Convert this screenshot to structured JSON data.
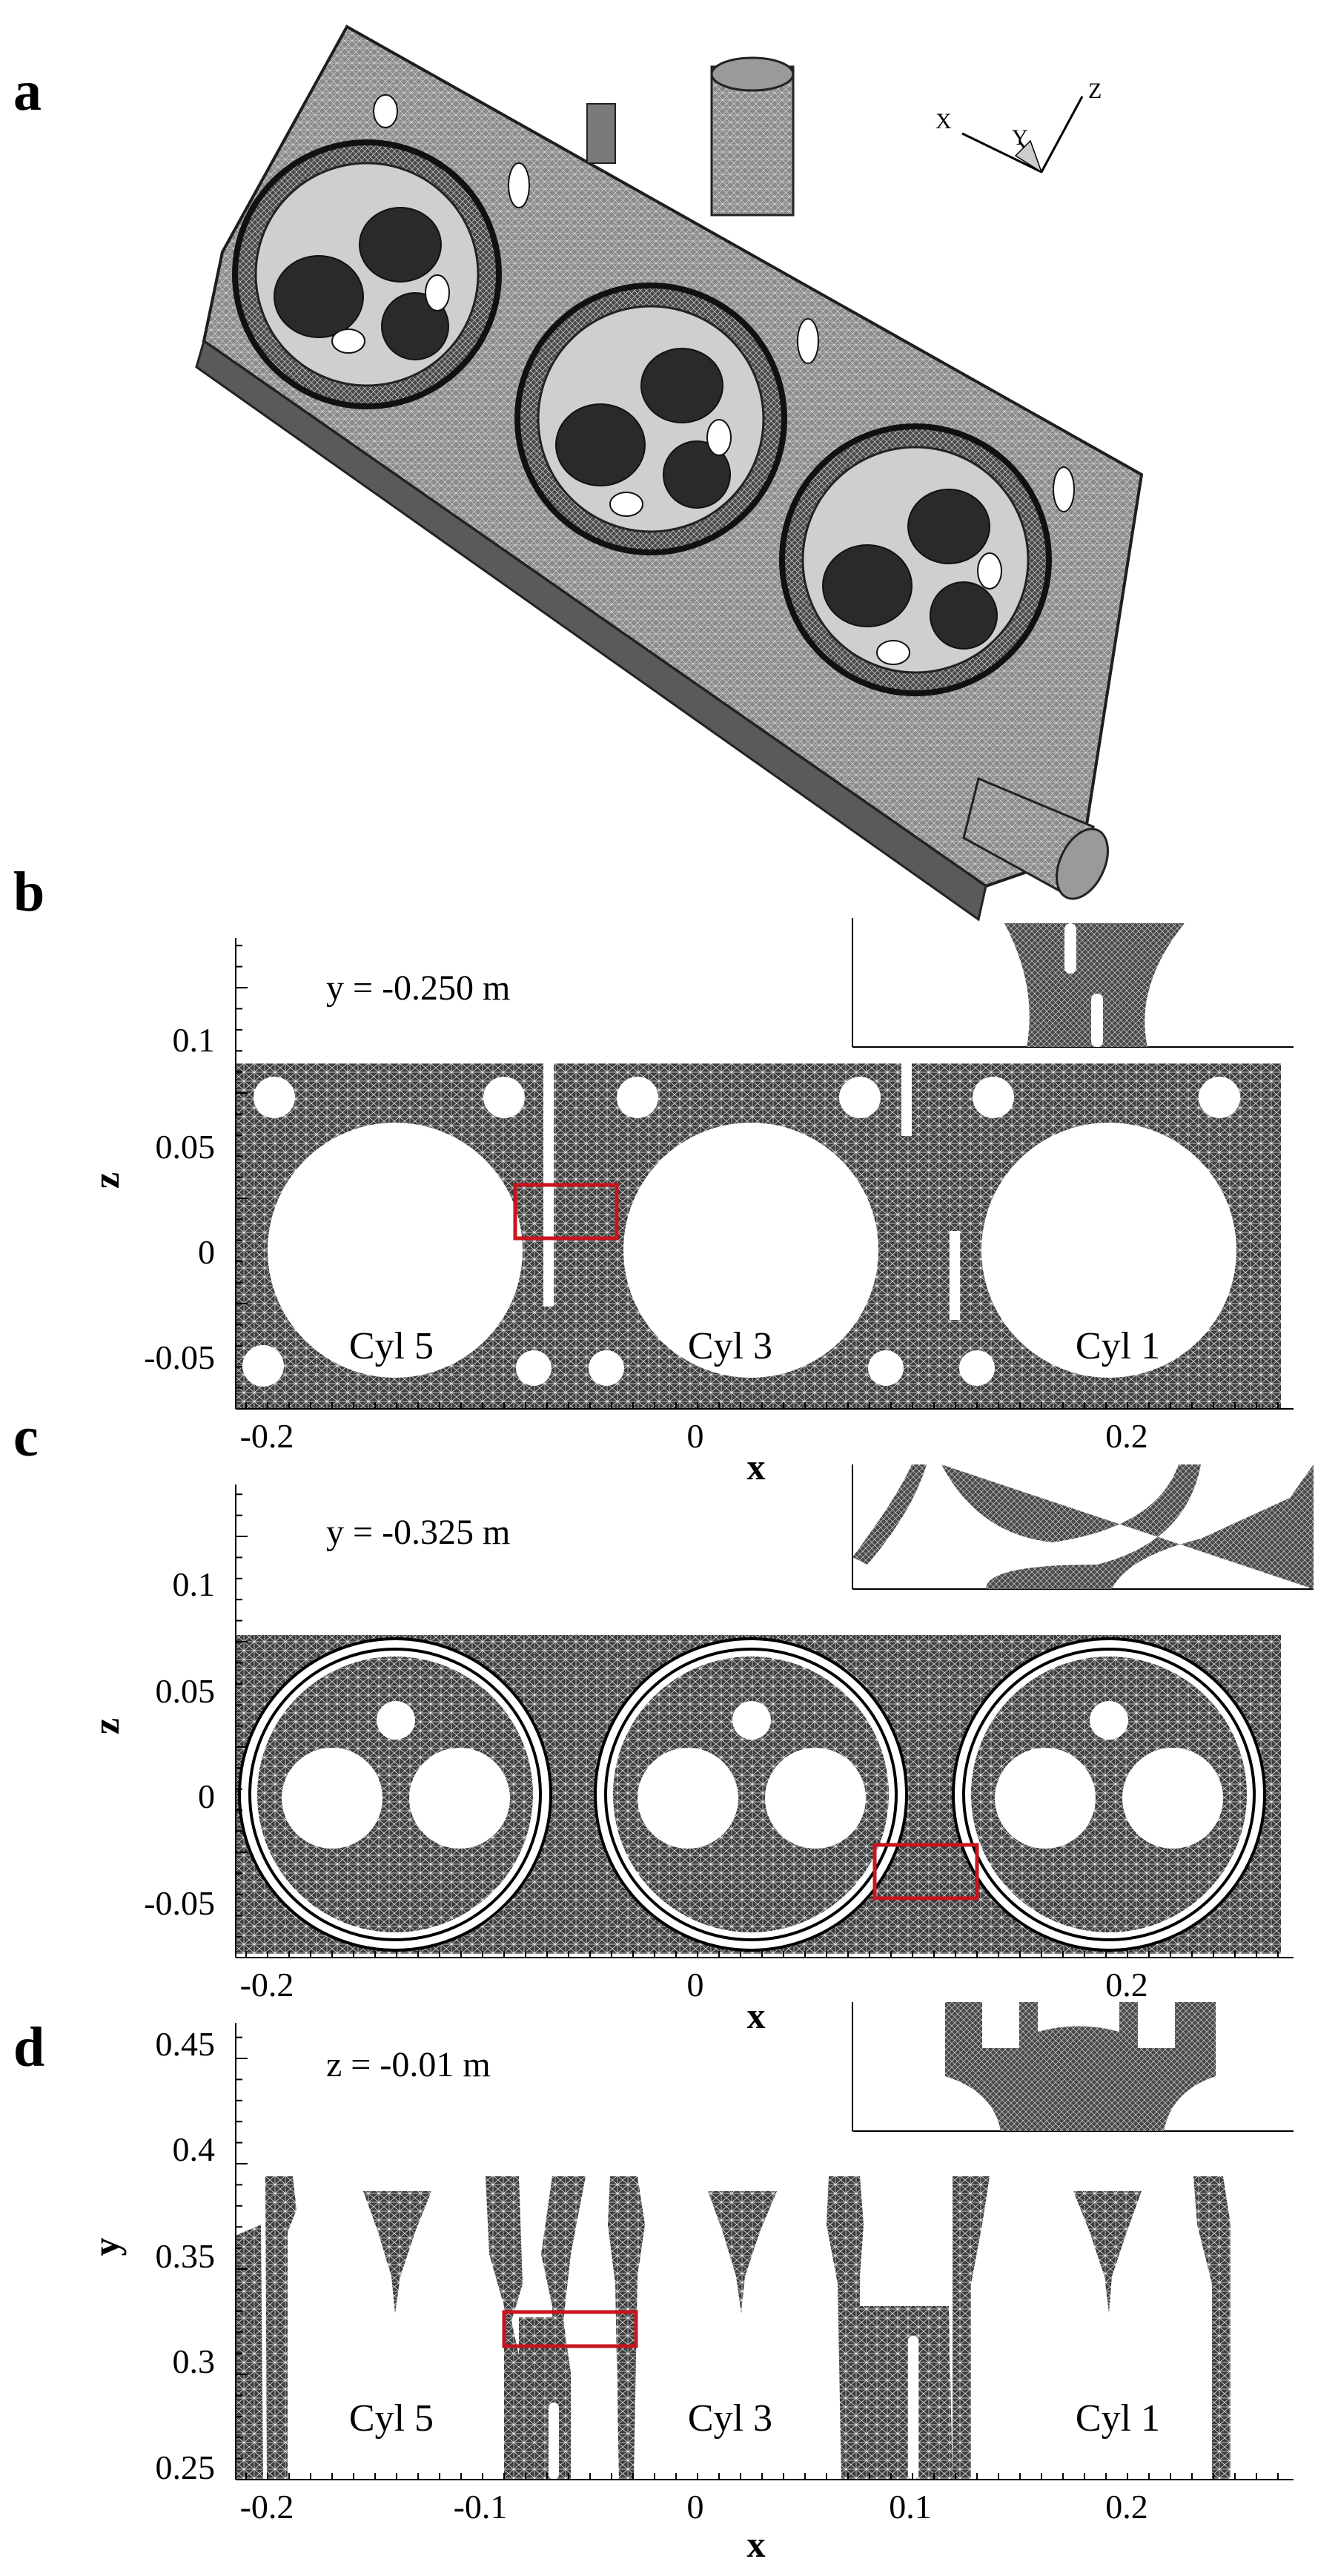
{
  "panels": {
    "a": {
      "letter": "a",
      "triad": {
        "x": "X",
        "y": "Y",
        "z": "Z"
      }
    },
    "b": {
      "letter": "b",
      "section_label": "y = -0.250 m",
      "x_axis_label": "x",
      "y_axis_label": "z",
      "x_ticks": [
        "-0.2",
        "0",
        "0.2"
      ],
      "y_ticks": [
        "0.1",
        "0.05",
        "0",
        "-0.05"
      ],
      "cylinders": [
        "Cyl 5",
        "Cyl 3",
        "Cyl 1"
      ]
    },
    "c": {
      "letter": "c",
      "section_label": "y = -0.325 m",
      "x_axis_label": "x",
      "y_axis_label": "z",
      "x_ticks": [
        "-0.2",
        "0",
        "0.2"
      ],
      "y_ticks": [
        "0.1",
        "0.05",
        "0",
        "-0.05"
      ],
      "cylinders": []
    },
    "d": {
      "letter": "d",
      "section_label": "z = -0.01 m",
      "x_axis_label": "x",
      "y_axis_label": "y",
      "x_ticks": [
        "-0.2",
        "-0.1",
        "0",
        "0.1",
        "0.2"
      ],
      "y_ticks": [
        "0.45",
        "0.4",
        "0.35",
        "0.3",
        "0.25"
      ],
      "cylinders": [
        "Cyl 5",
        "Cyl 3",
        "Cyl 1"
      ]
    }
  },
  "colors": {
    "mesh": "#3a3a3a",
    "mesh_dark": "#1e1e1e",
    "highlight_box": "#c8141e"
  }
}
